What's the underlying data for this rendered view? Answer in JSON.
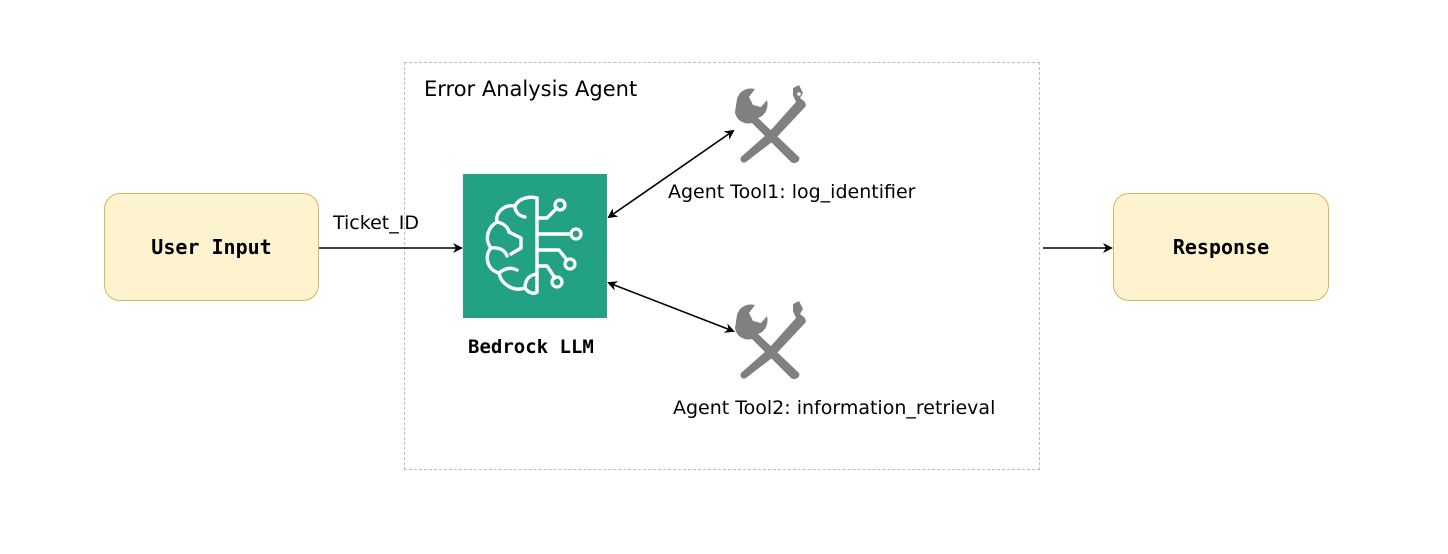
{
  "diagram": {
    "group": {
      "label": "Error Analysis Agent"
    },
    "nodes": {
      "user_input": "User Input",
      "response": "Response",
      "llm": "Bedrock LLM"
    },
    "tools": [
      {
        "label": "Agent Tool1: log_identifier",
        "icon": "tools-icon"
      },
      {
        "label": "Agent Tool2: information_retrieval",
        "icon": "tools-icon"
      }
    ],
    "edges": {
      "input_to_llm": "Ticket_ID"
    },
    "colors": {
      "node_fill": "#fdf3cf",
      "node_border": "#d8b75a",
      "llm_fill": "#23a185",
      "tool_icon": "#808080",
      "group_border": "#bdbdbd"
    }
  }
}
